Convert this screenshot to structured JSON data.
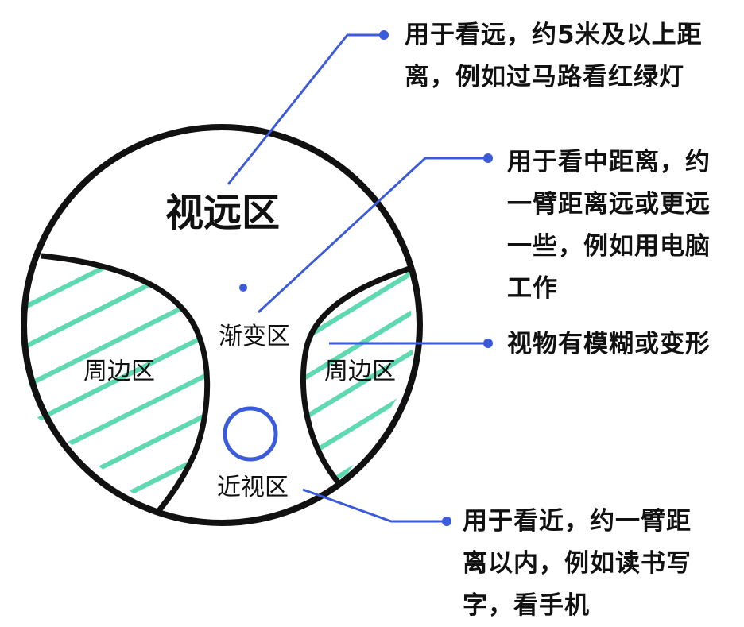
{
  "colors": {
    "outline": "#111111",
    "hatch": "#5fd9b1",
    "leader": "#3b5bdb",
    "background": "#ffffff"
  },
  "zones": {
    "far": "视远区",
    "transition": "渐变区",
    "periphery_left": "周边区",
    "periphery_right": "周边区",
    "near": "近视区"
  },
  "notes": {
    "far": [
      "用于看远，约5米及以上距",
      "离，例如过马路看红绿灯"
    ],
    "middle": [
      "用于看中距离，约",
      "一臂距离远或更远",
      "一些，例如用电脑",
      "工作"
    ],
    "periphery": [
      "视物有模糊或变形"
    ],
    "near": [
      "用于看近，约一臂距",
      "离以内，例如读书写",
      "字，看手机"
    ]
  }
}
